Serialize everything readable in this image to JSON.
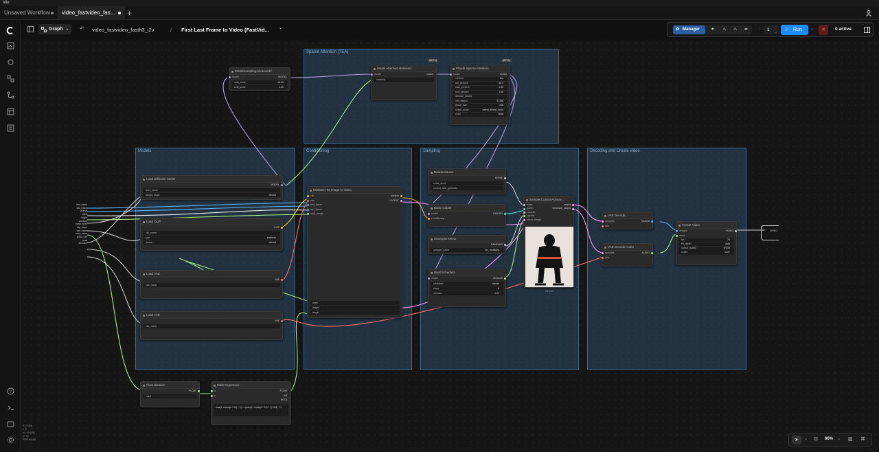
{
  "titlebar": {
    "title": "Idle"
  },
  "tabs": [
    {
      "label": "Unsaved Workflow",
      "active": false
    },
    {
      "label": "video_fastvideo_fas...",
      "active": true
    }
  ],
  "toolbar": {
    "view_mode": "Graph",
    "breadcrumb_workflow": "video_fastvideo_fasth3_i2v",
    "breadcrumb_separator": "/",
    "breadcrumb_title": "First Last Frame to Video (FastVid...",
    "manager_label": "Manager",
    "queue_count": "1",
    "run_label": "Run",
    "active_label": "0 active"
  },
  "groups": [
    {
      "id": "sparse",
      "title": "Sparse Attention (TEA)"
    },
    {
      "id": "models",
      "title": "Models"
    },
    {
      "id": "conditioning",
      "title": "Conditioning"
    },
    {
      "id": "sampling",
      "title": "Sampling"
    },
    {
      "id": "decoding",
      "title": "Decoding and Create video"
    }
  ],
  "nodes": {
    "model_sampling": {
      "title": "ModelSamplingAdvancedV",
      "inputs": [
        "model"
      ],
      "outputs": [
        "MODEL"
      ],
      "widgets": [
        [
          "shift_value",
          "16.00"
        ],
        [
          "shift_scale",
          "3.00"
        ]
      ]
    },
    "model_attention": {
      "title": "Model Attention Backend",
      "badge": "[BETA]",
      "inputs": [
        "model"
      ],
      "outputs": [
        "model"
      ],
      "widgets": [
        [
          "backend",
          ""
        ]
      ]
    },
    "sparse_attention": {
      "title": "#Node Sparse Attention",
      "badge": "[BETA]",
      "inputs": [
        "model"
      ],
      "outputs": [
        "model"
      ],
      "widgets": [
        [
          "method",
          "tea"
        ],
        [
          "tea_percent",
          "50.0"
        ],
        [
          "start_percent",
          "0.30"
        ],
        [
          "end_percent",
          "1.00"
        ],
        [
          "denoise_blocks",
          ""
        ],
        [
          "min_tokens",
          "32768"
        ],
        [
          "group_size",
          "256"
        ],
        [
          "select_mode",
          "select_thresh_mmu"
        ],
        [
          "seed",
          "fixed"
        ]
      ]
    },
    "load_diffusion": {
      "title": "Load Diffusion Model",
      "outputs": [
        "MODEL"
      ],
      "widgets": [
        [
          "unet_name",
          ""
        ],
        [
          "weight_dtype",
          "default"
        ]
      ]
    },
    "load_clip": {
      "title": "Load CLIP",
      "outputs": [
        "CLIP"
      ],
      "widgets": [
        [
          "clip_name",
          ""
        ],
        [
          "type",
          "stableau"
        ],
        [
          "device",
          "default"
        ]
      ]
    },
    "load_vae_1": {
      "title": "Load VAE",
      "outputs": [
        "VAE"
      ],
      "widgets": [
        [
          "vae_name",
          ""
        ]
      ]
    },
    "load_vae_2": {
      "title": "Load VAE",
      "outputs": [
        "VAE"
      ],
      "widgets": [
        [
          "vae_name",
          ""
        ]
      ]
    },
    "multiview": {
      "title": "MiniMax HD Image to Video",
      "inputs": [
        "clip",
        "vae",
        "first_frame",
        "last_frame",
        "start_image"
      ],
      "outputs": [
        "positive",
        "LATENT"
      ],
      "widgets": [
        [
          "width",
          ""
        ],
        [
          "height",
          ""
        ],
        [
          "length",
          ""
        ]
      ]
    },
    "random_noise": {
      "title": "RandomNoise",
      "outputs": [
        "NOISE"
      ],
      "widgets": [
        [
          "noise_seed",
          ""
        ],
        [
          "control_after_generate",
          ""
        ]
      ]
    },
    "basic_guider": {
      "title": "Basic Guider",
      "inputs": [
        "model",
        "conditioning"
      ],
      "outputs": [
        "GUIDER"
      ]
    },
    "ksampler_select": {
      "title": "KSamplerSelect",
      "outputs": [
        "SAMPLER"
      ],
      "widgets": [
        [
          "sampler_name",
          "res_multistep"
        ]
      ]
    },
    "basic_scheduler": {
      "title": "BasicScheduler",
      "inputs": [
        "model"
      ],
      "outputs": [
        "SIGMAS"
      ],
      "widgets": [
        [
          "scheduler",
          "simple"
        ],
        [
          "steps",
          "8"
        ],
        [
          "denoise",
          "1.00"
        ]
      ]
    },
    "sampler_custom": {
      "title": "SamplerCustomAdvanc...",
      "inputs": [
        "noise",
        "guider",
        "sampler",
        "sigmas",
        "latent_image"
      ],
      "outputs": [
        "output",
        "denoised_output"
      ],
      "preview_label": "69 x 84"
    },
    "vae_decode": {
      "title": "VAE Decode",
      "inputs": [
        "samples",
        "vae"
      ],
      "outputs": [
        "IMAGE"
      ]
    },
    "vae_decode_audio": {
      "title": "VAE Decode Audio",
      "inputs": [
        "samples",
        "vae"
      ],
      "outputs": [
        "AUDIO"
      ]
    },
    "create_video": {
      "title": "Create Video",
      "inputs": [
        "images",
        "audio"
      ],
      "outputs": [
        "VIDEO"
      ],
      "widgets": [
        [
          "fps",
          "24"
        ],
        [
          "bit_depth",
          "auto"
        ],
        [
          "output_quality",
          "sRGB"
        ],
        [
          "codec",
          "none"
        ]
      ]
    },
    "save_video": {
      "label": "VIDEO"
    },
    "float_duration": {
      "title": "Float duration",
      "outputs": [
        "FLOAT"
      ],
      "widgets": [
        [
          "value",
          ""
        ]
      ]
    },
    "math_expression": {
      "title": "Math Expression",
      "inputs": [
        "a",
        "b"
      ],
      "outputs": [
        "FLOAT",
        "INT",
        "BOOL"
      ],
      "expression": "max(1, round(a * 24) + 1) — (max(1, round(a * 24) + 1) % 8) + 1"
    }
  },
  "primitive_outputs": [
    "first_frame",
    "last_frame",
    "prompt",
    "width",
    "height",
    "duration",
    "noise_seed",
    "clip_name",
    "vae_name",
    "unet_name",
    "audio_vae",
    "seed",
    "direction"
  ],
  "stats": [
    "T: 0.00s",
    "I: 0",
    "N: 19 [19]",
    "V: 47",
    "FPS:59.88"
  ],
  "bottombar": {
    "zoom": "66%"
  },
  "colors": {
    "accent": "#1b8cff",
    "group": "#3b6a91",
    "wire_model": "#b39ddb",
    "wire_clip": "#ffd500",
    "wire_vae": "#ff6e6e",
    "wire_latent": "#ff9cf9",
    "wire_image": "#64b5f6",
    "wire_cond": "#ffa931",
    "wire_float": "#aaee88"
  }
}
